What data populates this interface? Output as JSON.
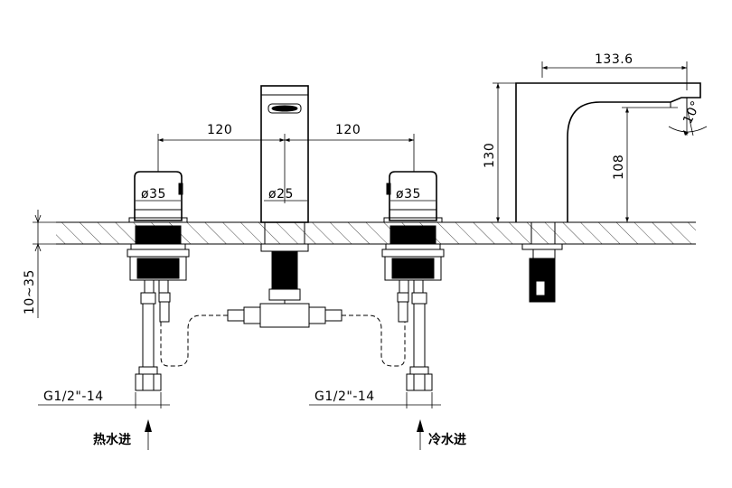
{
  "dimensions": {
    "spacing_left": "120",
    "spacing_right": "120",
    "handle_left_dia": "ø35",
    "spout_dia": "ø25",
    "handle_right_dia": "ø35",
    "spout_reach": "133.6",
    "spout_total_height": "130",
    "spout_outlet_height": "108",
    "spout_angle": "10°",
    "deck_thickness": "10~35",
    "thread_hot": "G1/2\"-14",
    "thread_cold": "G1/2\"-14"
  },
  "labels": {
    "hot_inlet": "热水进",
    "cold_inlet": "冷水进"
  }
}
